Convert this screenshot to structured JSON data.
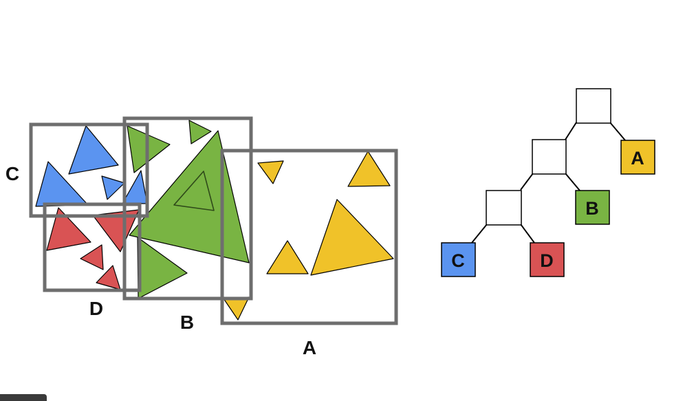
{
  "colors": {
    "blue": "#5b94f0",
    "green": "#79b443",
    "red": "#d95354",
    "yellow": "#f0c229",
    "box": "#6e6e6e",
    "node": "#ffffff",
    "outline": "#000000"
  },
  "bounding_boxes": {
    "A": {
      "label": "A"
    },
    "B": {
      "label": "B"
    },
    "C": {
      "label": "C"
    },
    "D": {
      "label": "D"
    }
  },
  "tree": {
    "leaves": {
      "A": {
        "label": "A",
        "color": "yellow"
      },
      "B": {
        "label": "B",
        "color": "green"
      },
      "C": {
        "label": "C",
        "color": "blue"
      },
      "D": {
        "label": "D",
        "color": "red"
      }
    }
  }
}
